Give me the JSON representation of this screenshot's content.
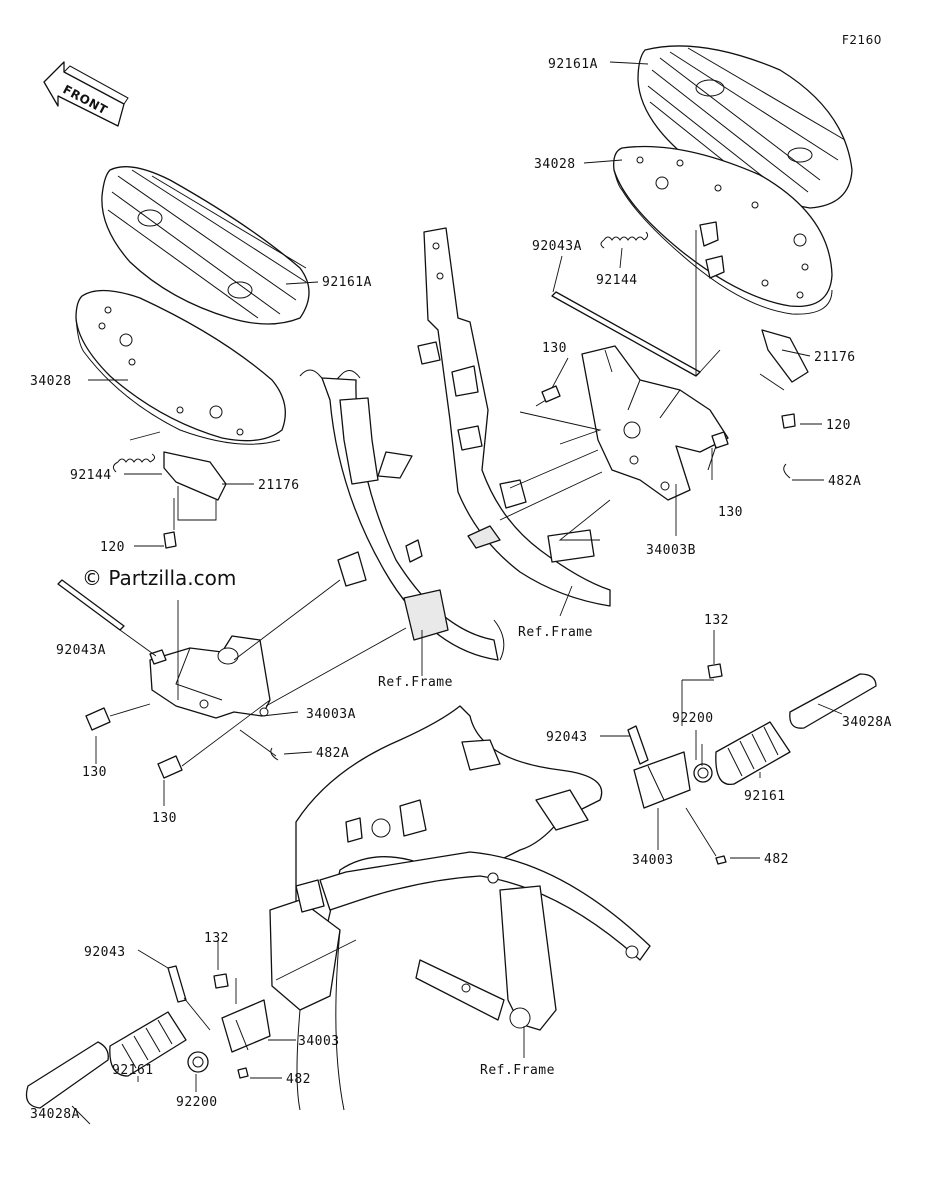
{
  "figure_id": "F2160",
  "front_label": "FRONT",
  "watermark": "© Partzilla.com",
  "labels": {
    "l_92161A_top": "92161A",
    "l_34028_top": "34028",
    "l_92043A_top": "92043A",
    "l_92144_top": "92144",
    "l_130_top_a": "130",
    "l_21176_top": "21176",
    "l_120_top": "120",
    "l_482A_top": "482A",
    "l_130_top_b": "130",
    "l_34003B": "34003B",
    "l_refframe_top": "Ref.Frame",
    "l_92161A_left": "92161A",
    "l_34028_left": "34028",
    "l_92144_left": "92144",
    "l_21176_left": "21176",
    "l_120_left": "120",
    "l_92043A_left": "92043A",
    "l_refframe_mid": "Ref.Frame",
    "l_34003A": "34003A",
    "l_130_left_a": "130",
    "l_482A_left": "482A",
    "l_130_left_b": "130",
    "l_132_right": "132",
    "l_92043_right": "92043",
    "l_92200_right": "92200",
    "l_34028A_right": "34028A",
    "l_92161_right": "92161",
    "l_34003_right": "34003",
    "l_482_right": "482",
    "l_132_left": "132",
    "l_92043_left": "92043",
    "l_34003_left": "34003",
    "l_92161_left": "92161",
    "l_482_left": "482",
    "l_34028A_left": "34028A",
    "l_92200_left": "92200",
    "l_refframe_bottom": "Ref.Frame"
  }
}
